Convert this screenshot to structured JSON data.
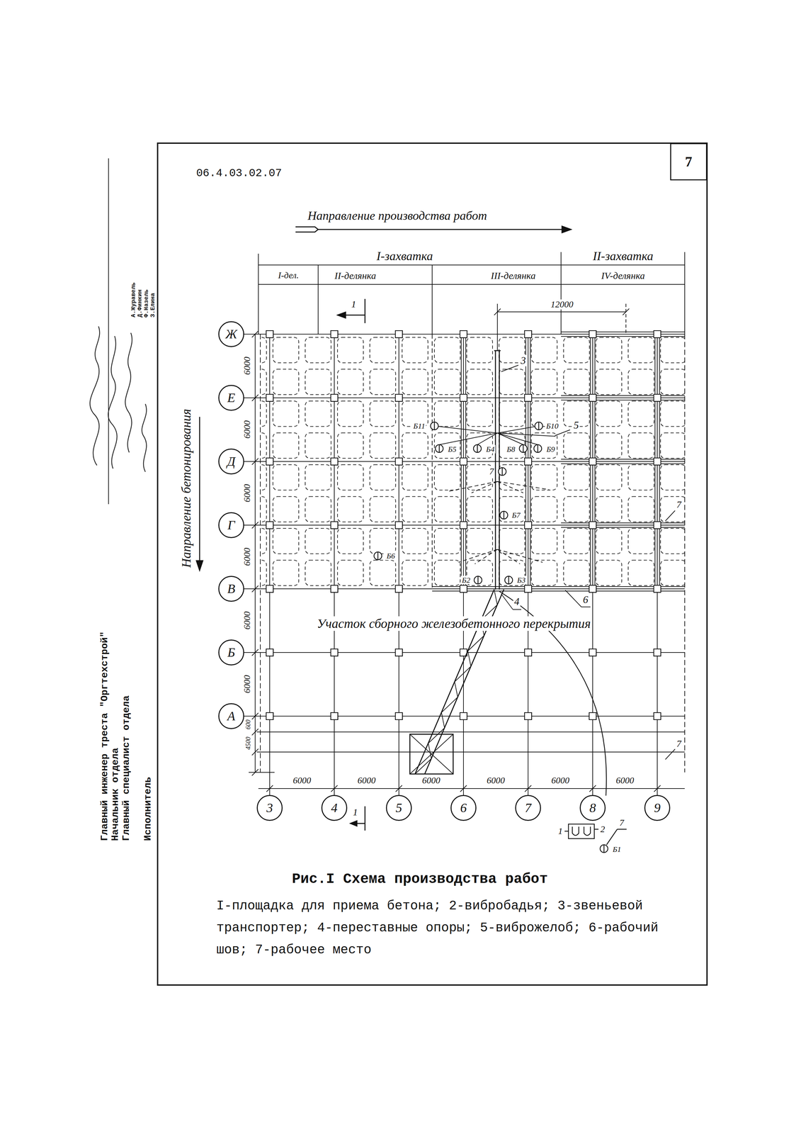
{
  "diagram": {
    "title": "Рис.I Схема производства работ",
    "caption": "I-площадка для приема бетона; 2-вибробадья; 3-звеньевой транспортер; 4-переставные опоры; 5-виброжелоб; 6-рабочий шов; 7-рабочее место",
    "nodes": [
      {
        "text": [
          "7"
        ]
      },
      {
        "text": [
          "Ж"
        ]
      },
      {
        "text": [
          "Е"
        ]
      },
      {
        "text": [
          "Д"
        ]
      },
      {
        "text": [
          "Г"
        ]
      },
      {
        "text": [
          "В"
        ]
      },
      {
        "text": [
          "Б"
        ]
      },
      {
        "text": [
          "А"
        ]
      },
      {
        "text": [
          "3"
        ]
      },
      {
        "text": [
          "4"
        ]
      },
      {
        "text": [
          "5"
        ]
      },
      {
        "text": [
          "6"
        ]
      },
      {
        "text": [
          "7"
        ]
      },
      {
        "text": [
          "8"
        ]
      },
      {
        "text": [
          "9"
        ]
      }
    ],
    "labels": [
      "06.4.03.02.07",
      "Направление производства работ",
      "I-захватка",
      "II-захватка",
      "I-дел.",
      "II-делянка",
      "III-делянка",
      "IV-делянка",
      "12000",
      "1",
      "1",
      "Направление бетонирования",
      "6000",
      "6000",
      "6000",
      "6000",
      "6000",
      "6000",
      "600",
      "4500",
      "6000",
      "6000",
      "6000",
      "6000",
      "6000",
      "6000",
      "Участок сборного железобетонного перекрытия",
      "3",
      "4",
      "5",
      "6",
      "7",
      "7",
      "7",
      "Б11",
      "Б10",
      "Б5",
      "Б4",
      "Б8",
      "Б9",
      "Б7",
      "Б6",
      "Б2",
      "Б3",
      "1",
      "2",
      "7",
      "Б1",
      "Главный инженер треста \"Оргтехстрой\"",
      "Начальник отдела",
      "Главный специалист отдела",
      "Исполнитель",
      "А.Журавель",
      "Д.Финкин",
      "Ф.Назель",
      "З.Елина"
    ]
  }
}
